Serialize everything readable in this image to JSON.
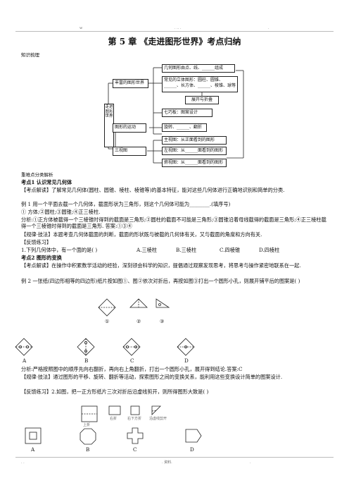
{
  "header": {
    "left_mark": "w",
    "mid_mark": ". .. .",
    "right_mark": "."
  },
  "title": "第 5 章 《走进图形世界》考点归纳",
  "section_label": "知识梳理",
  "mindmap": {
    "root": "走进图形世界",
    "rich": "丰富的图形世界",
    "motion": "图形的运动",
    "three_view": "三视图",
    "items": [
      "几何图形由点、线、______组成",
      "常见的立体图形：圆柱、圆锥、______、长方体、______、棱锥、球等",
      "展开与折叠",
      "七巧板：图案设计",
      "旋转、______、翻折",
      "主视图：从正面看到的图形",
      "左视图：从______面看到的图形",
      "俯视图：从______面看到的图形"
    ]
  },
  "section2_label": "重难点分类解析",
  "k1": {
    "title": "考点1  认识常见几何体",
    "tag": "【考点解读】了解常见几何体(圆柱、圆锥、棱柱、棱锥等)的基本特征，能对这些几何体进行正确地识别和简单的分类.",
    "ex1": "例 1  用一个平面去截一个几何体，截面形状为三角形，则这个几何体可能为________.(填序号)",
    "ex1_opts": "①        方体;②圆柱;③圆锥;④正三棱柱.",
    "analysis": "分析:①正方体被截得一个三棱锥时得到的截面是三角形;②圆柱的截面不可能是三角形;③圆锥沿着母线截得的截面是三角形;④正三棱柱截得一个三棱锥时得到的截面是三角形.    答案:①③④",
    "method": "【规律·技法】本题考查几何体截面的判断，截面的形状既与被截的几何体有关，又与截面的角度和方向有关.",
    "practice_tag": "【反馈练习】",
    "practice": "1.下列几何体中，有一个面的是(      )",
    "practice_opts": [
      "A.三棱柱",
      "B.三棱柱",
      "C.四棱锥",
      "D.四棱柱"
    ]
  },
  "k2": {
    "title": "考点2  图形的变换",
    "tag": "【考点解读】在操作中积累数学活动的经验，深刻领会科学的知识，提倡通过观察发现思考，将思考与操作紧密地联系在一起.",
    "ex2": "例 2  一张纸(四边形相等的四边形)纸片按如图①、图②依次对折后，再按如图③打出一个圆形小孔，则展开铺平后的图案是(   )",
    "fig_labels": [
      "①",
      "②",
      "③"
    ],
    "opt_labels": [
      "A",
      "B",
      "C",
      "D"
    ],
    "analysis": "分析:严格按照图中的顺序先向右翻折，再向右上角翻折，打出一个圆形小孔，展开得到结论.答案:C",
    "method": "【规律·技法】通过图形的平移、旋转、翻折等活动，探索图形之间的变换关系，能利用这些变换设计简单的图案设计.",
    "practice": "【反馈练习】2.如图，把一正方形纸片三次对折后沿虚线剪开，则所得图形大致是(      )",
    "fig2_labels": [
      "上折",
      "右折",
      "右下方折",
      "沿虚线剪开"
    ]
  },
  "footer": {
    "left": ". .",
    "mid": ". 资料.",
    "right": "."
  }
}
